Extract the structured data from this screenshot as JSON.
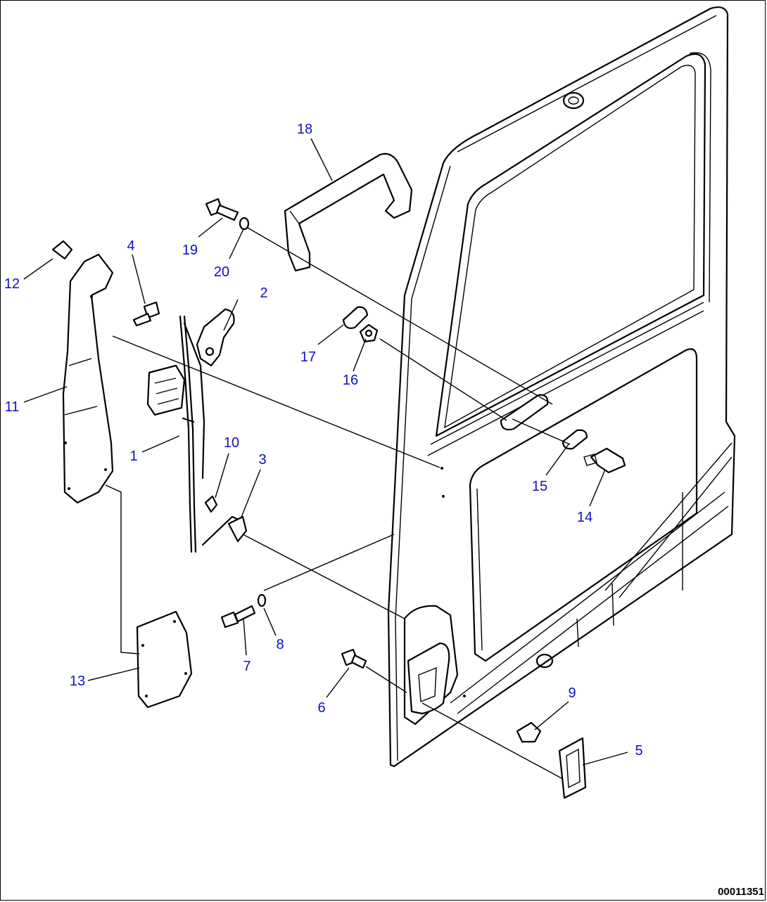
{
  "callouts": {
    "c1": "1",
    "c2": "2",
    "c3": "3",
    "c4": "4",
    "c5": "5",
    "c6": "6",
    "c7": "7",
    "c8": "8",
    "c9": "9",
    "c10": "10",
    "c11": "11",
    "c12": "12",
    "c13": "13",
    "c14": "14",
    "c15": "15",
    "c16": "16",
    "c17": "17",
    "c18": "18",
    "c19": "19",
    "c20": "20"
  },
  "drawing_code": "00011351",
  "colors": {
    "callout_text": "#1010c8",
    "line": "#000000",
    "background": "#ffffff"
  }
}
